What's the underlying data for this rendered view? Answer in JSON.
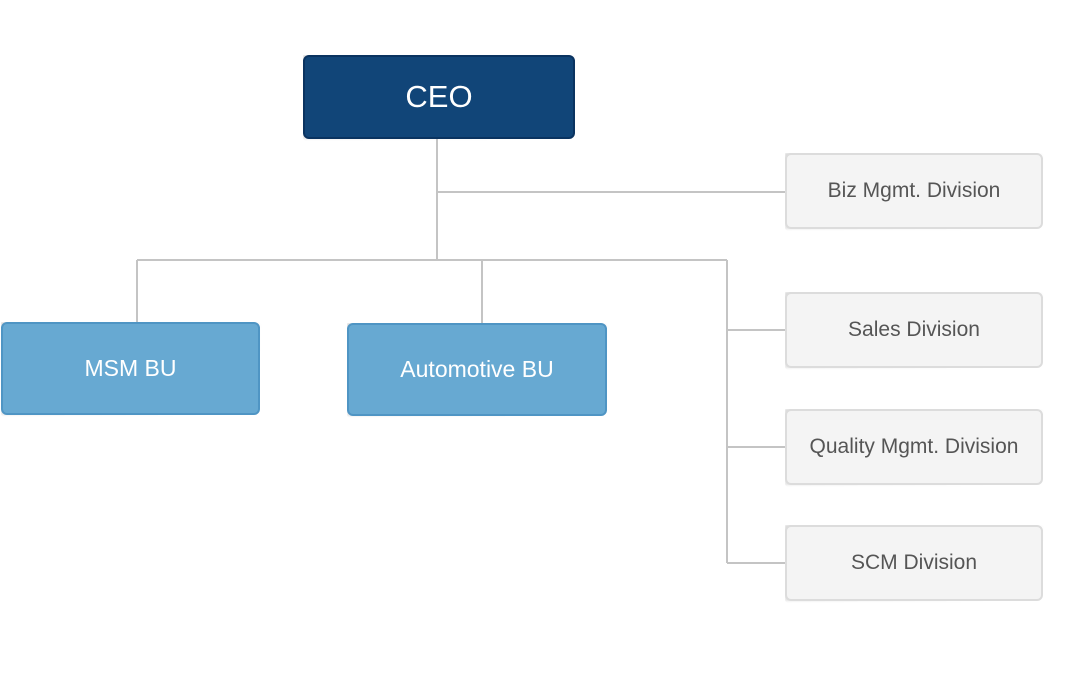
{
  "org_chart": {
    "root": {
      "label": "CEO"
    },
    "divisions": [
      {
        "label": "Biz Mgmt. Division"
      },
      {
        "label": "Sales Division"
      },
      {
        "label": "Quality Mgmt. Division"
      },
      {
        "label": "SCM Division"
      }
    ],
    "business_units": [
      {
        "label": "MSM BU"
      },
      {
        "label": "Automotive BU"
      }
    ],
    "colors": {
      "root_fill": "#114578",
      "bu_fill": "#67a9d2",
      "division_fill": "#f4f4f4",
      "connector": "#c4c4c4"
    }
  }
}
